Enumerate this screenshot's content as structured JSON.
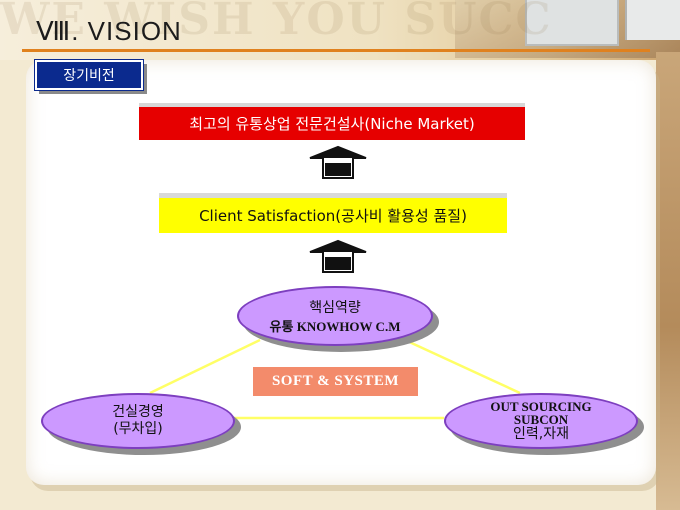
{
  "header": {
    "title": "Ⅷ. VISION",
    "watermark": "WE WISH YOU SUCC"
  },
  "section_label": "장기비전",
  "vision": {
    "top": "최고의 유통상업 전문건설사(Niche Market)",
    "middle": "Client Satisfaction(공사비 활용성 품질)"
  },
  "center_label": "SOFT & SYSTEM",
  "core": {
    "line1": "핵심역량",
    "line2": "유통 KNOWHOW C.M"
  },
  "left_node": {
    "line1": "건실경영",
    "line2": "(무차입)"
  },
  "right_node": {
    "line1": "OUT SOURCING",
    "line2": "SUBCON",
    "line3": "인력,자재"
  },
  "colors": {
    "accent_orange": "#e0811e",
    "label_navy": "#0b2a8e",
    "vision_red": "#e60000",
    "satisfaction_yellow": "#ffff00",
    "ellipse_purple": "#cc99ff",
    "soft_box": "#f38b6b",
    "triangle_line": "#ffff66"
  },
  "icons": [
    "up-arrow-icon",
    "up-arrow-icon"
  ]
}
